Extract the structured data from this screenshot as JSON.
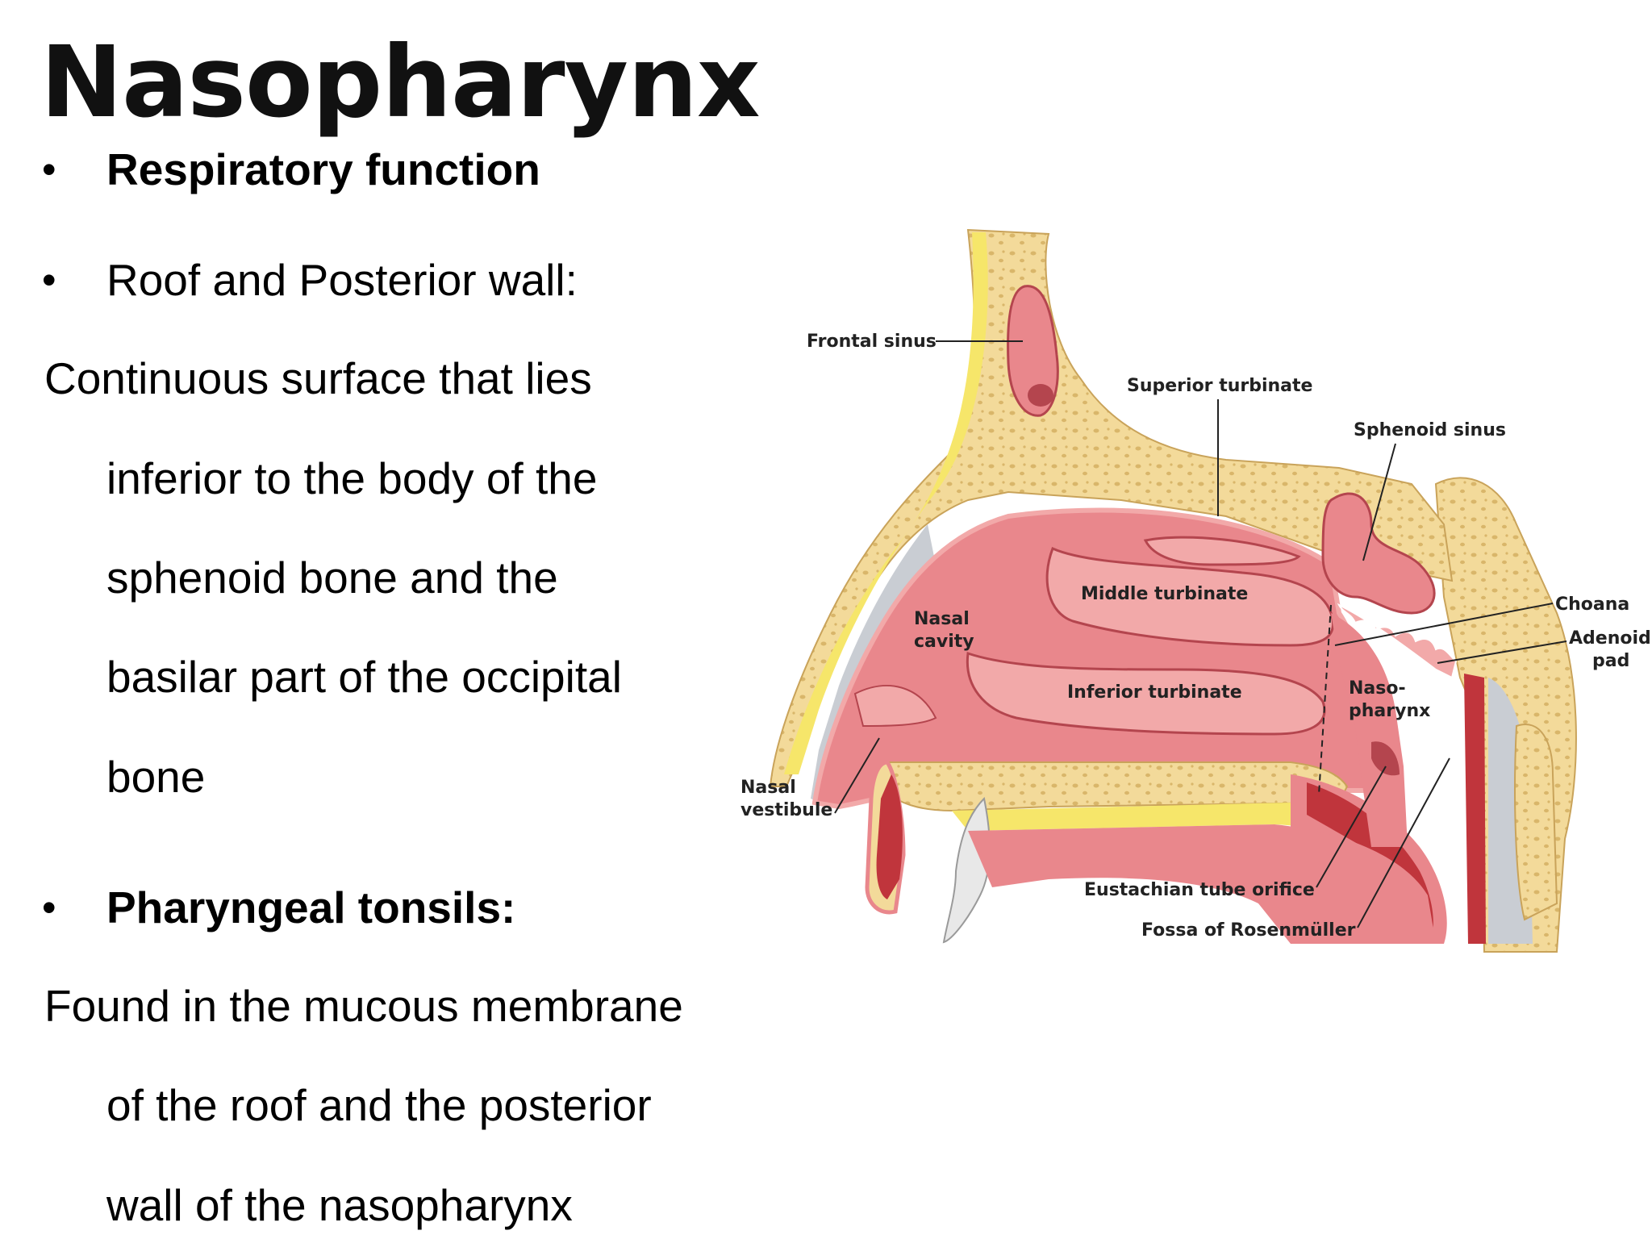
{
  "title": "Nasopharynx",
  "bullet_glyph": "•",
  "text": {
    "respiratory": "Respiratory function",
    "roof_heading": "Roof and Posterior wall:",
    "roof_l1": "Continuous surface that lies",
    "roof_l2": "inferior to the body of the",
    "roof_l3": "sphenoid bone  and the",
    "roof_l4": "basilar part of the occipital",
    "roof_l5": "bone",
    "tonsils_heading": "Pharyngeal tonsils:",
    "tonsils_l1": "Found in the mucous membrane",
    "tonsils_l2": "of the roof and the posterior",
    "tonsils_l3": "wall of  the nasopharynx"
  },
  "diagram": {
    "labels": {
      "frontal_sinus": "Frontal sinus",
      "superior_turbinate": "Superior turbinate",
      "sphenoid_sinus": "Sphenoid sinus",
      "middle_turbinate": "Middle turbinate",
      "nasal_cavity_1": "Nasal",
      "nasal_cavity_2": "cavity",
      "inferior_turbinate": "Inferior turbinate",
      "nasopharynx_1": "Naso-",
      "nasopharynx_2": "pharynx",
      "choana": "Choana",
      "adenoid_pad_1": "Adenoid",
      "adenoid_pad_2": "pad",
      "nasal_vestibule_1": "Nasal",
      "nasal_vestibule_2": "vestibule",
      "eustachian": "Eustachian tube orifice",
      "fossa": "Fossa of Rosenmüller"
    },
    "colors": {
      "bone": "#F3DA9A",
      "bone_dot": "#D9B66A",
      "fat": "#F6E66A",
      "mucosa": "#E9878C",
      "mucosa_light": "#F2A9A9",
      "mucosa_dark": "#B4454E",
      "muscle": "#C0353C",
      "cartilage": "#C9CDD3",
      "tooth": "#E8E8E8"
    }
  }
}
